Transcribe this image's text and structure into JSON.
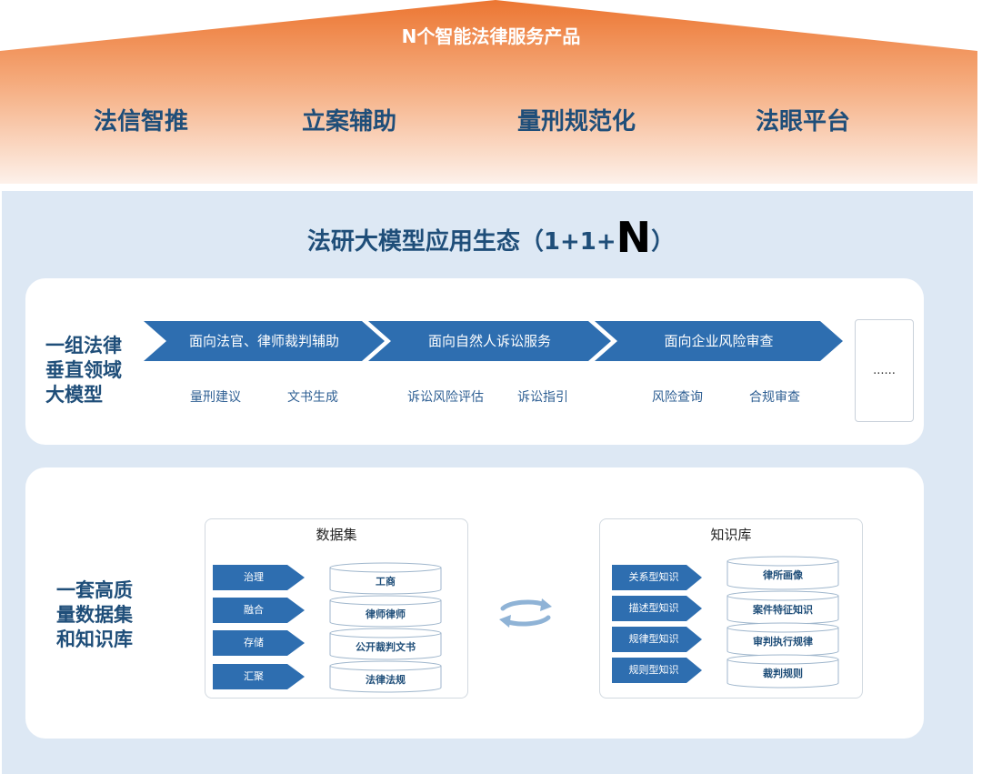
{
  "roof": {
    "title": "N个智能法律服务产品",
    "products": [
      "法信智推",
      "立案辅助",
      "量刑规范化",
      "法眼平台"
    ]
  },
  "ecosystem": {
    "title_prefix": "法研大模型应用生态（1+1+",
    "title_n": "N",
    "title_suffix": "）"
  },
  "models_row": {
    "label": "一组法律垂直领域大模型",
    "label_lines": [
      "一组法律",
      "垂直领域",
      "大模型"
    ],
    "chevrons": [
      {
        "label": "面向法官、律师裁判辅助",
        "subs": [
          "量刑建议",
          "文书生成"
        ]
      },
      {
        "label": "面向自然人诉讼服务",
        "subs": [
          "诉讼风险评估",
          "诉讼指引"
        ]
      },
      {
        "label": "面向企业风险审查",
        "subs": [
          "风险查询",
          "合规审查"
        ]
      }
    ],
    "more": "......"
  },
  "data_row": {
    "label_lines": [
      "一套高质",
      "量数据集",
      "和知识库"
    ],
    "dataset": {
      "title": "数据集",
      "steps": [
        "治理",
        "融合",
        "存储",
        "汇聚"
      ],
      "sources": [
        "工商",
        "律师律师",
        "公开裁判文书",
        "法律法规"
      ]
    },
    "knowledge": {
      "title": "知识库",
      "types": [
        "关系型知识",
        "描述型知识",
        "规律型知识",
        "规则型知识"
      ],
      "items": [
        "律所画像",
        "案件特征知识",
        "审判执行规律",
        "裁判规则"
      ]
    }
  },
  "colors": {
    "roof_top": "#ee7f3c",
    "roof_bottom": "#fdeee6",
    "primary_blue": "#2e6eb0",
    "base_bg": "#dde8f4",
    "title_blue": "#1f4e79"
  }
}
